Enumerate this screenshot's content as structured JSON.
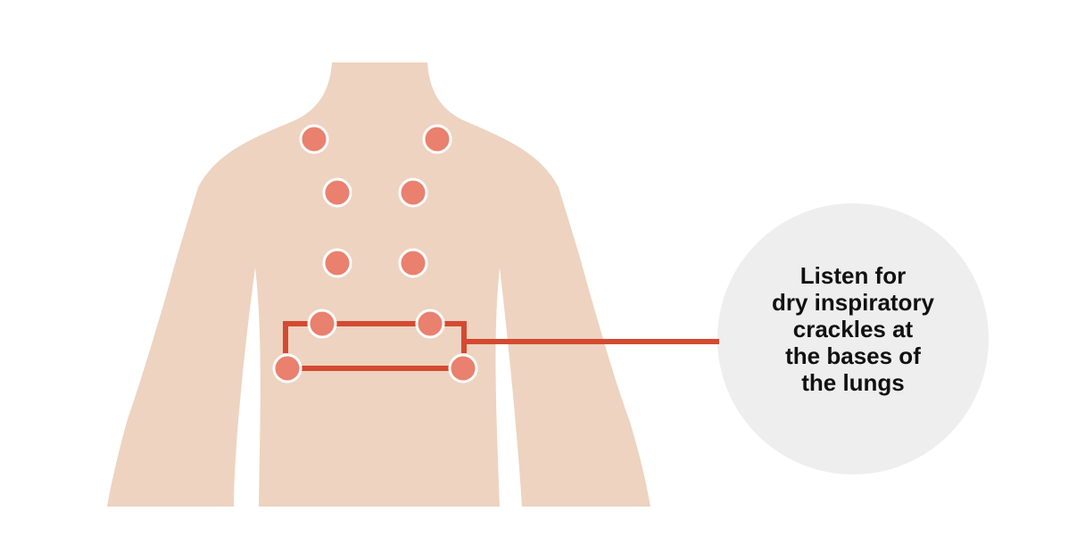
{
  "diagram": {
    "callout": {
      "lines": [
        "Listen for",
        "dry inspiratory",
        "crackles at",
        "the bases of",
        "the lungs"
      ]
    },
    "colors": {
      "skin": "#EDD3C0",
      "point": "#EA806E",
      "point_outline": "#FFFFFF",
      "bracket": "#D44A31",
      "callout_circle": "#EEEEEE",
      "text": "#111111"
    }
  }
}
